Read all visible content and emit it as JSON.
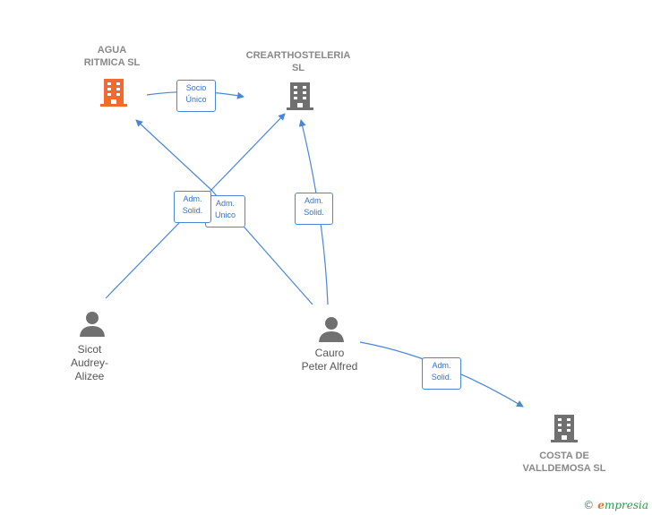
{
  "colors": {
    "edge": "#4a86d8",
    "company_main": "#f26a2e",
    "company": "#707070",
    "person": "#707070"
  },
  "companies": {
    "agua": {
      "line1": "AGUA",
      "line2": "RITMICA  SL",
      "icon": "building-icon"
    },
    "crear": {
      "line1": "CREARTHOSTELERIA",
      "line2": "SL",
      "icon": "building-icon"
    },
    "costa": {
      "line1": "COSTA DE",
      "line2": "VALLDEMOSA SL",
      "icon": "building-icon"
    }
  },
  "people": {
    "sicot": {
      "line1": "Sicot",
      "line2": "Audrey-",
      "line3": "Alizee",
      "icon": "person-icon"
    },
    "cauro": {
      "line1": "Cauro",
      "line2": "Peter Alfred",
      "icon": "person-icon"
    }
  },
  "relations": {
    "socio": {
      "line1": "Socio",
      "line2": "Único"
    },
    "adm_solid_1": {
      "line1": "Adm.",
      "line2": "Solid."
    },
    "adm_unico": {
      "line1": "Adm.",
      "line2": "Unico"
    },
    "adm_solid_2": {
      "line1": "Adm.",
      "line2": "Solid."
    },
    "adm_solid_3": {
      "line1": "Adm.",
      "line2": "Solid."
    }
  },
  "footer": {
    "copyright": "©",
    "brand_initial": "e",
    "brand_rest": "mpresia"
  }
}
